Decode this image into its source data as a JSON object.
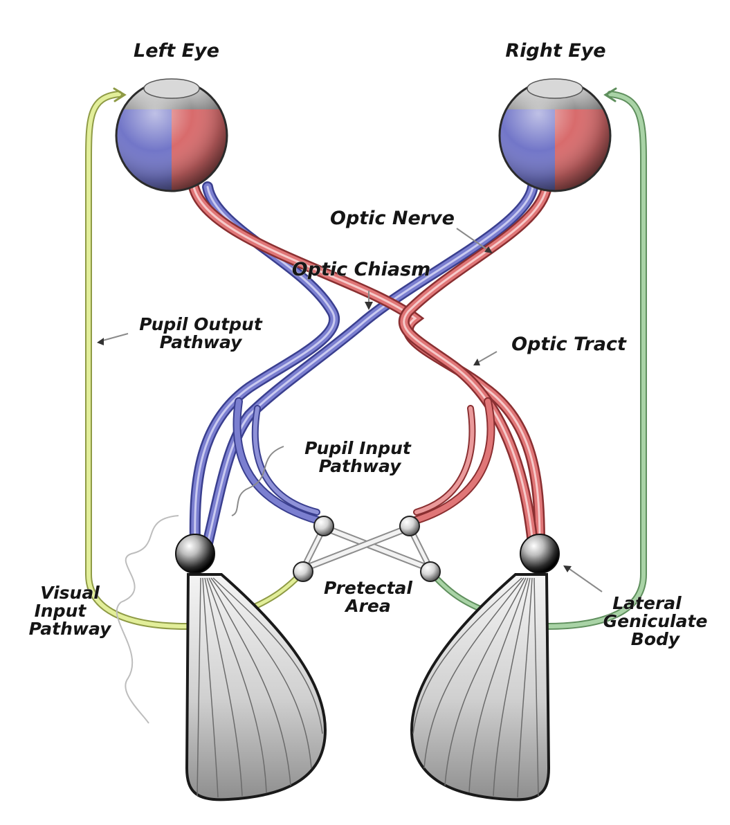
{
  "labels": {
    "left_eye": "Left Eye",
    "right_eye": "Right Eye",
    "optic_nerve": "Optic Nerve",
    "optic_chiasm": "Optic Chiasm",
    "optic_tract": "Optic Tract",
    "pupil_output_pathway": [
      "Pupil Output",
      "Pathway"
    ],
    "pupil_input_pathway": [
      "Pupil Input",
      "Pathway"
    ],
    "pretectal_area": [
      "Pretectal",
      "Area"
    ],
    "visual_input_pathway": [
      "Visual",
      "Input",
      "Pathway"
    ],
    "lateral_geniculate_body": [
      "Lateral",
      "Geniculate",
      "Body"
    ]
  },
  "colors": {
    "nasal_retina_blue": "#6f72c4",
    "temporal_retina_red": "#d9696a",
    "pupil_output_left": "#dbe88a",
    "pupil_output_right": "#8fbf8d",
    "cortex_gray": "#bdbdbd"
  }
}
